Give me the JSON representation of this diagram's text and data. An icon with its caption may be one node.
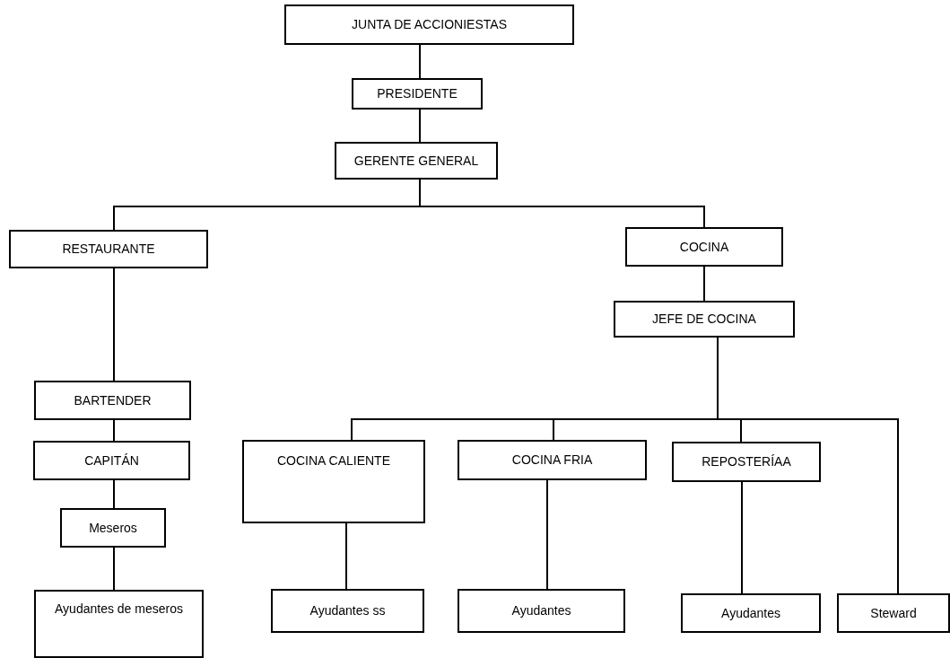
{
  "diagram": {
    "nodes": [
      {
        "text": [
          "JUNTA DE ACCIONIESTAS"
        ]
      },
      {
        "text": [
          "PRESIDENTE"
        ]
      },
      {
        "text": [
          "GERENTE GENERAL"
        ]
      },
      {
        "text": [
          "RESTAURANTE"
        ]
      },
      {
        "text": [
          "COCINA"
        ]
      },
      {
        "text": [
          "JEFE DE COCINA"
        ]
      },
      {
        "text": [
          "BARTENDER"
        ]
      },
      {
        "text": [
          "CAPITÁN"
        ]
      },
      {
        "text": [
          "Meseros"
        ]
      },
      {
        "text": [
          "Ayudantes de meseros"
        ]
      },
      {
        "text": [
          "COCINA CALIENTE"
        ]
      },
      {
        "text": [
          "COCINA FRIA"
        ]
      },
      {
        "text": [
          "REPOSTERÍAA"
        ]
      },
      {
        "text": [
          "Ayudantes ss"
        ]
      },
      {
        "text": [
          "Ayudantes"
        ]
      },
      {
        "text": [
          "Ayudantes"
        ]
      },
      {
        "text": [
          "Steward"
        ]
      }
    ],
    "edges": [
      {
        "from": 0,
        "to": 1,
        "arrow": "none"
      },
      {
        "from": 1,
        "to": 2,
        "arrow": "none"
      },
      {
        "from": 2,
        "to": 3,
        "arrow": "none"
      },
      {
        "from": 2,
        "to": 4,
        "arrow": "none"
      },
      {
        "from": 3,
        "to": 6,
        "arrow": "none"
      },
      {
        "from": 6,
        "to": 7,
        "arrow": "none"
      },
      {
        "from": 7,
        "to": 8,
        "arrow": "none"
      },
      {
        "from": 8,
        "to": 9,
        "arrow": "none"
      },
      {
        "from": 4,
        "to": 5,
        "arrow": "none"
      },
      {
        "from": 5,
        "to": 10,
        "arrow": "none"
      },
      {
        "from": 5,
        "to": 11,
        "arrow": "none"
      },
      {
        "from": 5,
        "to": 12,
        "arrow": "none"
      },
      {
        "from": 5,
        "to": 16,
        "arrow": "none"
      },
      {
        "from": 10,
        "to": 13,
        "arrow": "none"
      },
      {
        "from": 11,
        "to": 14,
        "arrow": "none"
      },
      {
        "from": 12,
        "to": 15,
        "arrow": "none"
      }
    ]
  }
}
